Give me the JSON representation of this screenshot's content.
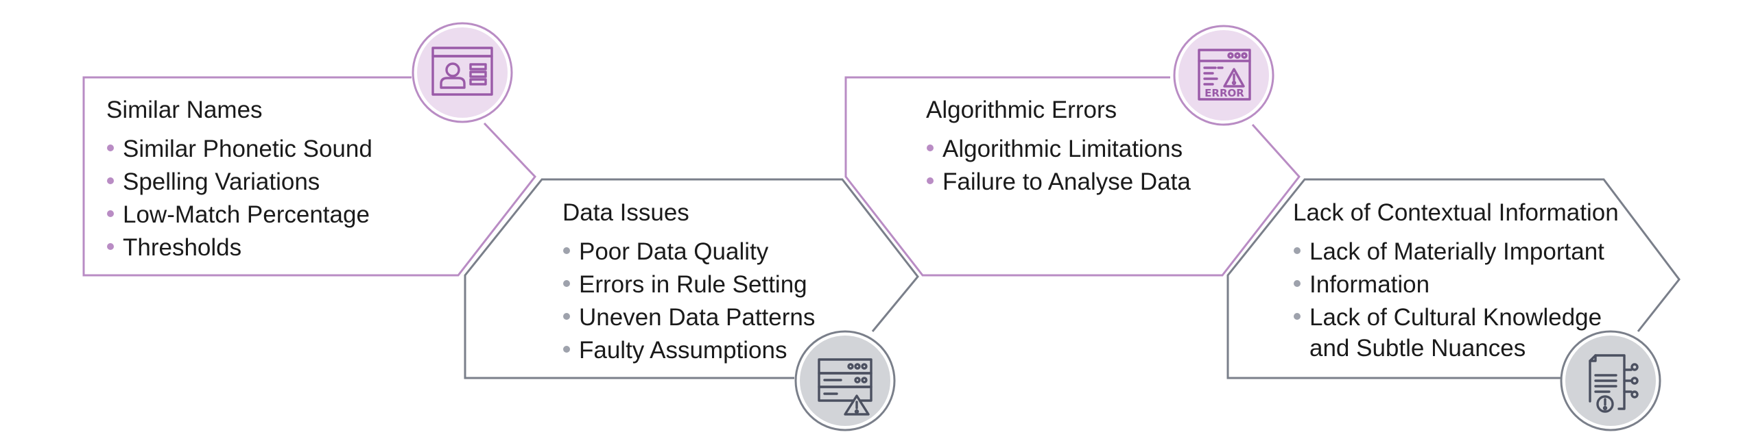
{
  "colors": {
    "purple": "#b98cc4",
    "purple_light": "#ecdcef",
    "gray": "#7a7f8a",
    "gray_light": "#d2d4d8",
    "purple_bullet": "#b98cc4",
    "gray_bullet": "#9ea2ac"
  },
  "cards": [
    {
      "title": "Similar Names",
      "icon": "id-card-icon",
      "items": [
        "Similar Phonetic Sound",
        "Spelling Variations",
        "Low-Match Percentage",
        "Thresholds"
      ]
    },
    {
      "title": "Data Issues",
      "icon": "server-warning-icon",
      "items": [
        "Poor Data Quality",
        "Errors in Rule Setting",
        "Uneven Data Patterns",
        "Faulty Assumptions"
      ]
    },
    {
      "title": "Algorithmic Errors",
      "icon": "browser-error-icon",
      "icon_text": "ERROR",
      "items": [
        "Algorithmic Limitations",
        "Failure to Analyse Data"
      ]
    },
    {
      "title": "Lack of Contextual Information",
      "icon": "document-alert-icon",
      "items": [
        "Lack of Materially Important",
        "Information",
        "Lack of Cultural Knowledge",
        "and Subtle Nuances"
      ]
    }
  ]
}
